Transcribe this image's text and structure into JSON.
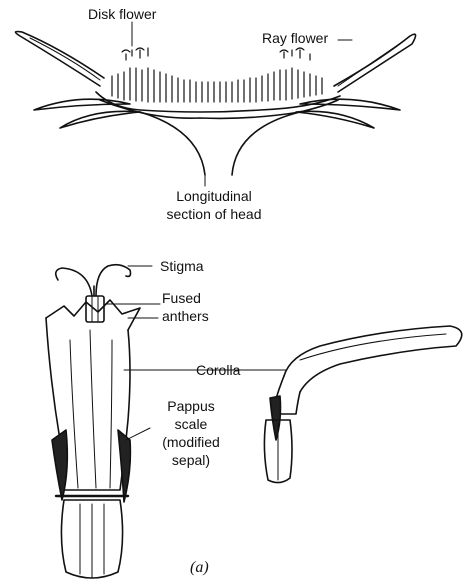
{
  "labels": {
    "disk_flower": "Disk flower",
    "ray_flower": "Ray flower",
    "section_line1": "Longitudinal",
    "section_line2": "section of head",
    "stigma": "Stigma",
    "fused_line1": "Fused",
    "fused_line2": "anthers",
    "corolla": "Corolla",
    "pappus_line1": "Pappus",
    "pappus_line2": "scale",
    "pappus_line3": "(modified",
    "pappus_line4": "sepal)",
    "panel": "(a)"
  },
  "colors": {
    "ink": "#111111",
    "background": "#ffffff"
  }
}
